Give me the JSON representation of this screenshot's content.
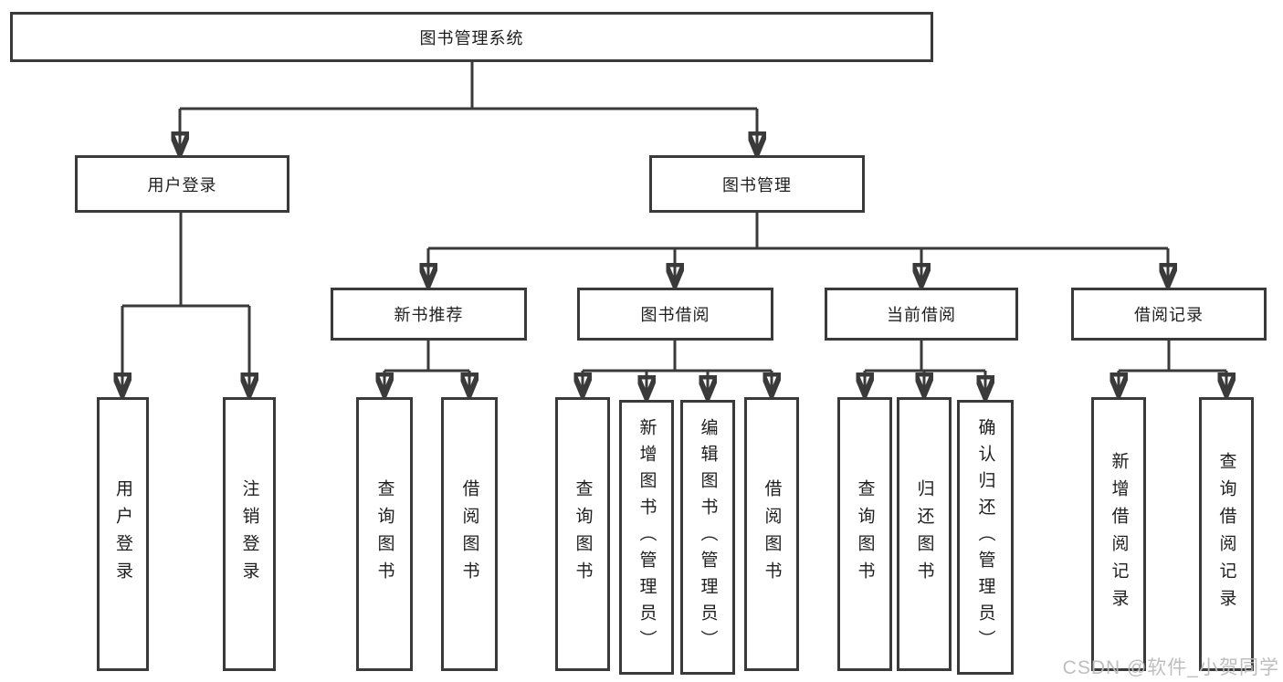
{
  "diagram": {
    "root": {
      "label": "图书管理系统"
    },
    "level2": [
      {
        "label": "用户登录"
      },
      {
        "label": "图书管理"
      }
    ],
    "level3": [
      {
        "label": "新书推荐",
        "parent": "图书管理"
      },
      {
        "label": "图书借阅",
        "parent": "图书管理"
      },
      {
        "label": "当前借阅",
        "parent": "图书管理"
      },
      {
        "label": "借阅记录",
        "parent": "图书管理"
      }
    ],
    "leaves": [
      {
        "label": "用户登录",
        "parent": "用户登录"
      },
      {
        "label": "注销登录",
        "parent": "用户登录"
      },
      {
        "label": "查询图书",
        "parent": "新书推荐"
      },
      {
        "label": "借阅图书",
        "parent": "新书推荐"
      },
      {
        "label": "查询图书",
        "parent": "图书借阅"
      },
      {
        "label": "新增图书（管理员）",
        "parent": "图书借阅"
      },
      {
        "label": "编辑图书（管理员）",
        "parent": "图书借阅"
      },
      {
        "label": "借阅图书",
        "parent": "图书借阅"
      },
      {
        "label": "查询图书",
        "parent": "当前借阅"
      },
      {
        "label": "归还图书",
        "parent": "当前借阅"
      },
      {
        "label": "确认归还（管理员）",
        "parent": "当前借阅"
      },
      {
        "label": "新增借阅记录",
        "parent": "借阅记录"
      },
      {
        "label": "查询借阅记录",
        "parent": "借阅记录"
      }
    ]
  },
  "watermark": {
    "text": "CSDN @软件_小贺同学",
    "color": "#bababa"
  },
  "colors": {
    "line": "#3a3a3a",
    "box_border": "#3a3a3a",
    "text": "#1e1e1e",
    "background": "#ffffff"
  }
}
